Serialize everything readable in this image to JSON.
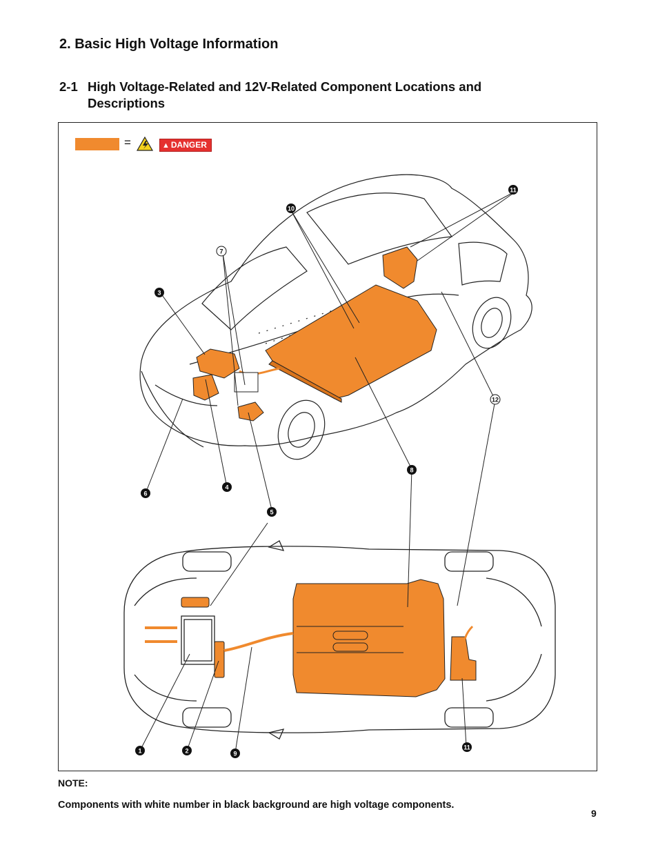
{
  "section_heading": "2. Basic High Voltage Information",
  "subsection": {
    "number": "2-1",
    "title": "High Voltage-Related and 12V-Related Component Locations and Descriptions"
  },
  "legend": {
    "equals": "=",
    "danger_label": "DANGER",
    "swatch_color": "#f08a2e",
    "danger_color": "#e5312f"
  },
  "callouts": {
    "c1": "1",
    "c2": "2",
    "c3": "3",
    "c4": "4",
    "c5": "5",
    "c6": "6",
    "c7": "7",
    "c8": "8",
    "c9": "9",
    "c10": "10",
    "c11_top": "11",
    "c11_bottom": "11",
    "c12": "12"
  },
  "note": {
    "label": "NOTE:",
    "text": "Components with white number in black background are high voltage components."
  },
  "page_number": "9"
}
